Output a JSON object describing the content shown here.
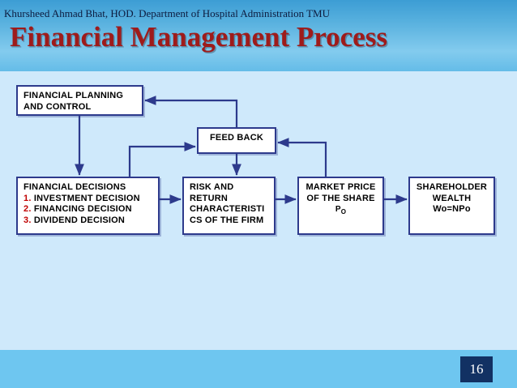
{
  "slide": {
    "title": "Financial Management Process",
    "number": "16",
    "footer_text": "Khursheed Ahmad Bhat, HOD. Department of Hospital Administration TMU",
    "colors": {
      "title": "#9e1b1b",
      "header_band": "#57b0de",
      "body_background": "#cfe9fb",
      "footer_band": "#6ec6f0",
      "box_border": "#2d3a8c",
      "box_fill": "#ffffff",
      "accent_number": "#c00000",
      "slide_number_badge": "#123163"
    }
  },
  "diagram": {
    "type": "flowchart",
    "boxes": [
      {
        "id": "planning",
        "lines": [
          "FINANCIAL PLANNING",
          "AND CONTROL"
        ],
        "align": "left"
      },
      {
        "id": "feedback",
        "lines": [
          "FEED BACK"
        ],
        "align": "center"
      },
      {
        "id": "decisions",
        "heading": "FINANCIAL DECISIONS",
        "items": [
          {
            "num": "1.",
            "label": "INVESTMENT DECISION"
          },
          {
            "num": "2.",
            "label": "FINANCING DECISION"
          },
          {
            "num": "3.",
            "label": "DIVIDEND DECISION"
          }
        ],
        "align": "left"
      },
      {
        "id": "risk",
        "lines": [
          "RISK AND",
          "RETURN",
          "CHARACTERISTI",
          "CS OF THE FIRM"
        ],
        "align": "left"
      },
      {
        "id": "market",
        "lines": [
          "MARKET PRICE",
          "OF THE SHARE"
        ],
        "formula": "P",
        "formula_sub": "O",
        "align": "center"
      },
      {
        "id": "wealth",
        "lines": [
          "SHAREHOLDER",
          "WEALTH",
          "Wo=NPo"
        ],
        "align": "center"
      }
    ],
    "connectors": [
      {
        "from": "planning",
        "to": "decisions",
        "label": ""
      },
      {
        "from": "decisions",
        "to": "risk",
        "label": ""
      },
      {
        "from": "decisions",
        "to": "feedback",
        "label": ""
      },
      {
        "from": "feedback",
        "to": "risk",
        "label": ""
      },
      {
        "from": "risk",
        "to": "market",
        "label": ""
      },
      {
        "from": "market",
        "to": "wealth",
        "label": ""
      },
      {
        "from": "market",
        "to": "feedback",
        "label": ""
      },
      {
        "from": "feedback",
        "to": "planning",
        "label": ""
      }
    ]
  }
}
